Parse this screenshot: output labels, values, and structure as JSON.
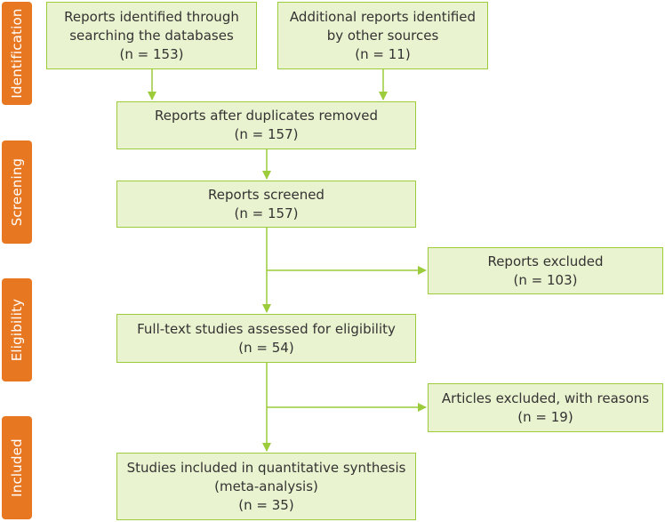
{
  "stages": {
    "identification": "Identification",
    "screening": "Screening",
    "eligibility": "Eligibility",
    "included": "Included"
  },
  "boxes": {
    "db_search": {
      "line1": "Reports identified through",
      "line2": "searching the databases",
      "count": "(n = 153)"
    },
    "other_sources": {
      "line1": "Additional reports identified",
      "line2": "by other sources",
      "count": "(n = 11)"
    },
    "dedup": {
      "line1": "Reports after duplicates removed",
      "count": "(n = 157)"
    },
    "screened": {
      "line1": "Reports screened",
      "count": "(n = 157)"
    },
    "excluded": {
      "line1": "Reports excluded",
      "count": "(n = 103)"
    },
    "fulltext": {
      "line1": "Full-text studies assessed for eligibility",
      "count": "(n = 54)"
    },
    "articles_excluded": {
      "line1": "Articles excluded, with reasons",
      "count": "(n = 19)"
    },
    "included": {
      "line1": "Studies included in quantitative synthesis",
      "line2": "(meta-analysis)",
      "count": "(n = 35)"
    }
  },
  "colors": {
    "stage_tab": "#e87722",
    "box_fill": "#eaf3cf",
    "box_border": "#9ccb3b",
    "connector": "#9ccb3b",
    "text": "#333333"
  }
}
